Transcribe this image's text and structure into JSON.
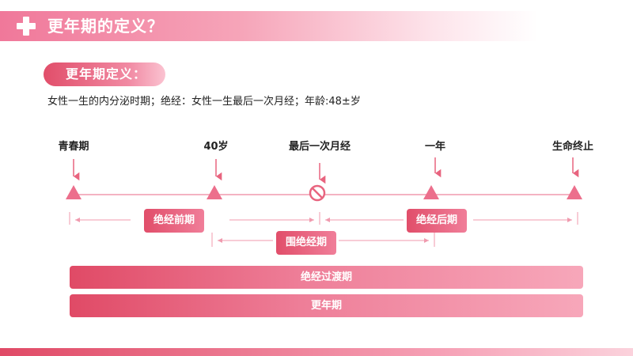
{
  "header": {
    "title": "更年期的定义？",
    "icon": "plus-icon"
  },
  "definition": {
    "label": "更年期定义：",
    "text": "女性一生的内分泌时期；绝经：女性一生最后一次月经；年龄:48±岁"
  },
  "timeline": {
    "nodes": [
      {
        "label": "青春期",
        "marker": "triangle-icon"
      },
      {
        "label": "40岁",
        "marker": "triangle-icon"
      },
      {
        "label": "最后一次月经",
        "marker": "prohibited-icon"
      },
      {
        "label": "一年",
        "marker": "triangle-icon"
      },
      {
        "label": "生命终止",
        "marker": "triangle-icon"
      }
    ],
    "phases": [
      {
        "label": "绝经前期",
        "from": "青春期",
        "to": "最后一次月经"
      },
      {
        "label": "绝经后期",
        "from": "最后一次月经",
        "to": "生命终止"
      },
      {
        "label": "围绝经期",
        "from": "40岁",
        "to": "一年"
      }
    ]
  },
  "bars": [
    {
      "label": "绝经过渡期"
    },
    {
      "label": "更年期"
    }
  ],
  "colors": {
    "accent": "#e14e6a",
    "light": "#f7a7ba",
    "line": "#f09aae"
  }
}
